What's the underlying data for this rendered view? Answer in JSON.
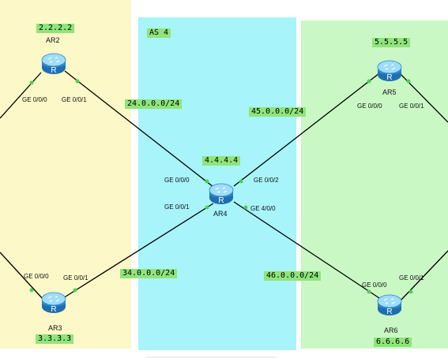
{
  "as_label": "AS 4",
  "routers": {
    "ar2": {
      "name": "AR2",
      "id": "2.2.2.2",
      "glyph": "R"
    },
    "ar3": {
      "name": "AR3",
      "id": "3.3.3.3",
      "glyph": "R"
    },
    "ar4": {
      "name": "AR4",
      "id": "4.4.4.4",
      "glyph": "R"
    },
    "ar5": {
      "name": "AR5",
      "id": "5.5.5.5",
      "glyph": "R"
    },
    "ar6": {
      "name": "AR6",
      "id": "6.6.6.6",
      "glyph": "R"
    }
  },
  "networks": {
    "n24": "24.0.0.0/24",
    "n34": "34.0.0.0/24",
    "n45": "45.0.0.0/24",
    "n46": "46.0.0.0/24"
  },
  "ports": {
    "ar2_g000": "GE 0/0/0",
    "ar2_g001": "GE 0/0/1",
    "ar3_g000": "GE 0/0/0",
    "ar3_g001": "GE 0/0/1",
    "ar4_g000": "GE 0/0/0",
    "ar4_g001": "GE 0/0/1",
    "ar4_g002": "GE 0/0/2",
    "ar4_g400": "GE 4/0/0",
    "ar5_g000": "GE 0/0/0",
    "ar5_g001": "GE 0/0/1",
    "ar6_g000": "GE 0/0/0",
    "ar6_g001": "GE 0/0/1"
  },
  "colors": {
    "zone_left": "#fdf8c8",
    "zone_mid": "#a7f4fb",
    "zone_right": "#c9f8c5",
    "tag_bg": "#8fe57a",
    "link": "#000000",
    "port_dot": "#4ed14e",
    "router_body": "#3aa0e0"
  }
}
